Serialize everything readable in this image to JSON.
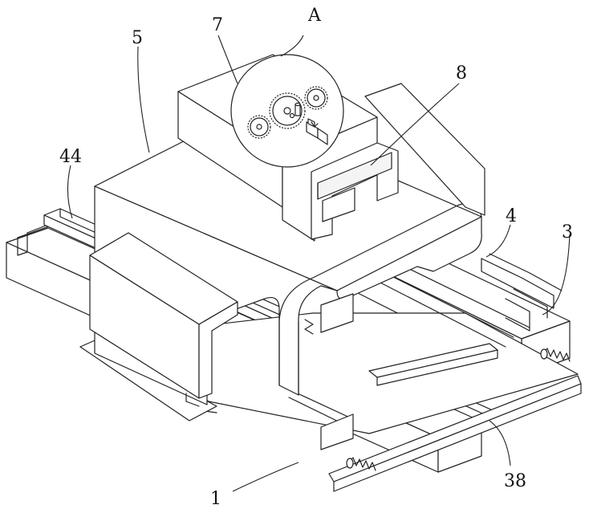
{
  "labels": {
    "l1": "1",
    "l3": "3",
    "l4": "4",
    "l5": "5",
    "l7": "7",
    "l8": "8",
    "l38": "38",
    "l44": "44",
    "lA": "A"
  },
  "colors": {
    "line": "#222222",
    "background": "#ffffff"
  }
}
